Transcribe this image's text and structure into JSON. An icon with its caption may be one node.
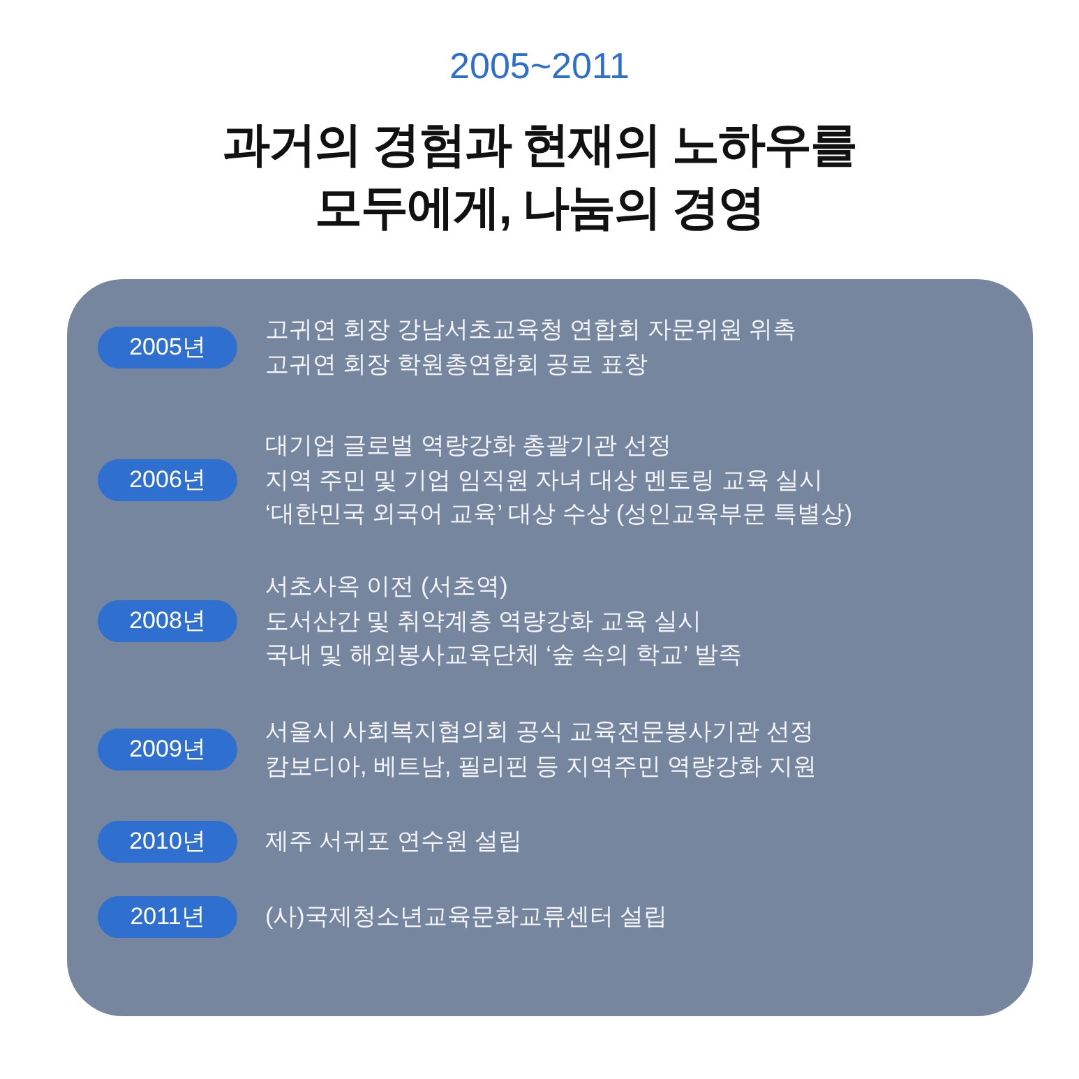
{
  "diagram": {
    "title": "과거의 경험과 현재의 노하우를 모두에게, 나눔의 경영",
    "nodes": [
      {
        "text": [],
        "shape": "box"
      },
      {
        "text": [
          "2005년"
        ],
        "in": 0,
        "beside": [
          "고귀연 회장 강남서초교육청 연합회 자문위원 위촉",
          "고귀연 회장 학원총연합회 공로 표창"
        ]
      },
      {
        "text": [
          "2006년"
        ],
        "in": 0,
        "beside": [
          "대기업 글로벌 역량강화 총괄기관 선정",
          "지역 주민 및 기업 임직원 자녀 대상 멘토링 교육 실시",
          "‘대한민국 외국어 교육’ 대상 수상 (성인교육부문 특별상)"
        ]
      },
      {
        "text": [
          "2008년"
        ],
        "in": 0,
        "beside": [
          "서초사옥 이전 (서초역)",
          "도서산간 및 취약계층 역량강화 교육 실시",
          "국내 및 해외봉사교육단체 ‘숲 속의 학교’ 발족"
        ]
      },
      {
        "text": [
          "2009년"
        ],
        "in": 0,
        "beside": [
          "서울시 사회복지협의회 공식 교육전문봉사기관 선정",
          "캄보디아, 베트남, 필리핀 등 지역주민 역량강화 지원"
        ]
      },
      {
        "text": [
          "2010년"
        ],
        "in": 0,
        "beside": [
          "제주 서귀포 연수원 설립"
        ]
      },
      {
        "text": [
          "2011년"
        ],
        "in": 0,
        "beside": [
          "(사)국제청소년교육문화교류센터 설립"
        ]
      }
    ],
    "labels": [
      "2005~2011"
    ]
  }
}
